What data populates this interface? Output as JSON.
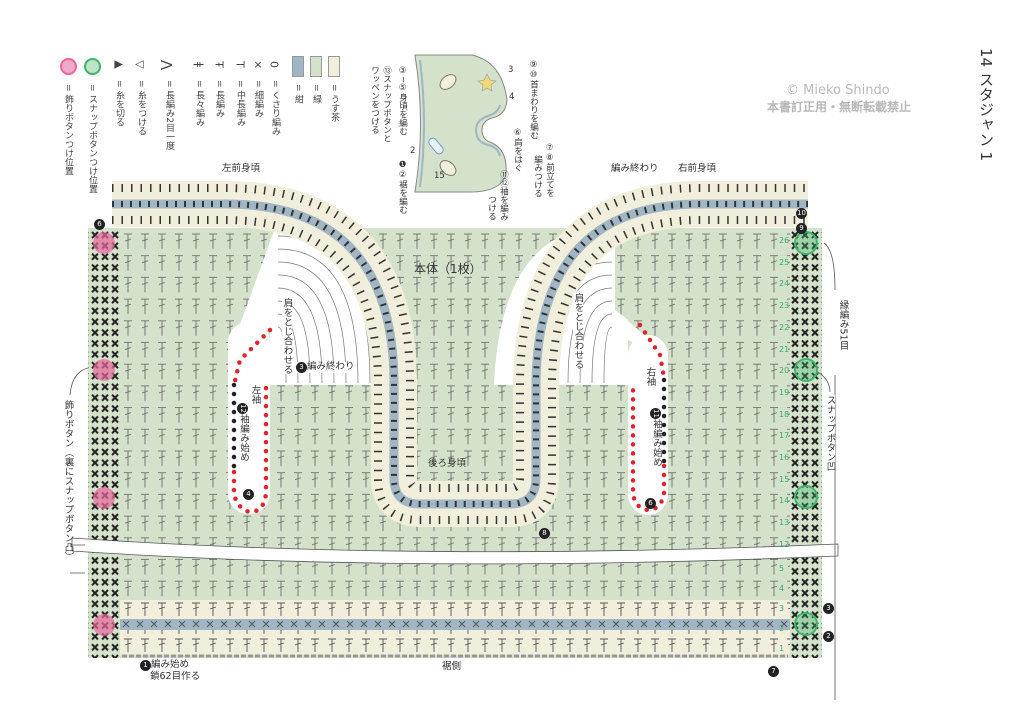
{
  "title": "14 スタジャン 1",
  "copyright": {
    "line1": "© Mieko Shindo",
    "line2": "本書訂正用・無断転載禁止"
  },
  "legend": {
    "colors": [
      {
        "label": "= うす茶",
        "color": "#f1eedb"
      },
      {
        "label": "= 緑",
        "color": "#d4e2cc"
      },
      {
        "label": "= 紺",
        "color": "#a0b6c5"
      }
    ],
    "symbols": [
      {
        "icon": "chain-stitch-icon",
        "glyph": "0",
        "label": "= くさり編み"
      },
      {
        "icon": "single-crochet-icon",
        "glyph": "×",
        "label": "= 細編み"
      },
      {
        "icon": "half-double-crochet-icon",
        "glyph": "T",
        "label": "= 中長編み"
      },
      {
        "icon": "double-crochet-icon",
        "glyph": "Ŧ",
        "label": "= 長編み"
      },
      {
        "icon": "treble-crochet-icon",
        "glyph": "ǂ",
        "label": "= 長々編み"
      },
      {
        "icon": "dc2tog-icon",
        "glyph": "Λ",
        "label": "= 長編み2目一度"
      },
      {
        "icon": "join-yarn-icon",
        "glyph": "▽",
        "label": "= 糸をつける"
      },
      {
        "icon": "cut-yarn-icon",
        "glyph": "▼",
        "label": "= 糸を切る"
      },
      {
        "icon": "snap-button-position-icon",
        "glyph": "",
        "label": "= スナップボタンつけ位置",
        "color": "#3fb56b"
      },
      {
        "icon": "decor-button-position-icon",
        "glyph": "",
        "label": "= 飾りボタンつけ位置",
        "color": "#e8659b"
      }
    ]
  },
  "mini": {
    "numbers": [
      "3",
      "4",
      "2",
      "15"
    ],
    "steps": [
      "⑨⑩首まわりを編む",
      "⑦⑧前立てを",
      "編みつける",
      "⑥肩をはぐ",
      "⑪⑫袖を編み",
      "つける",
      "❶②裾を編む",
      "③~⑤身頃を編む",
      "⑬スナップボタンと",
      "ワッペンをつける"
    ]
  },
  "main": {
    "title": "本体（1枚）",
    "left_front": "左前身頃",
    "right_front": "右前身頃",
    "back": "後ろ身頃",
    "hem": "裾側",
    "end_top": "編み終わり",
    "shoulder_join_left": "肩をとじ合わせる",
    "shoulder_join_right": "肩をとじ合わせる",
    "end3": "編み終わり",
    "end3_num": "3",
    "left_sleeve": "左袖",
    "left_sleeve_start": "袖編み始め",
    "left_sleeve_start_num": "12",
    "left_sleeve_num": "4",
    "right_sleeve": "右袖",
    "right_sleeve_start": "袖編み始め",
    "right_sleeve_start_num": "11",
    "right_sleeve_num": "6",
    "start_label": "編み始め",
    "start_num": "1",
    "start_chain": "鎖62目作る",
    "decor_button": "飾りボタン（裏にスナップボタン凸）",
    "border_count": "縁編み51目",
    "snap_button": "スナップボタン凹",
    "markers": {
      "m8": "8",
      "m6top": "6",
      "m10": "10",
      "m9": "9",
      "m3": "3",
      "m2": "2",
      "m7": "7"
    },
    "row_numbers_upper": [
      "26",
      "25",
      "24",
      "23",
      "22",
      "21",
      "20",
      "19",
      "18",
      "17",
      "16",
      "15",
      "14",
      "13",
      "12"
    ],
    "row_numbers_lower": [
      "5",
      "4",
      "3",
      "2",
      "1"
    ]
  },
  "colors": {
    "green": "#d4e2cc",
    "beige": "#f1eedb",
    "navy": "#a0b6c5",
    "pink": "#e8659b",
    "snap": "#3fb56b",
    "red_dot": "#e0222a"
  }
}
